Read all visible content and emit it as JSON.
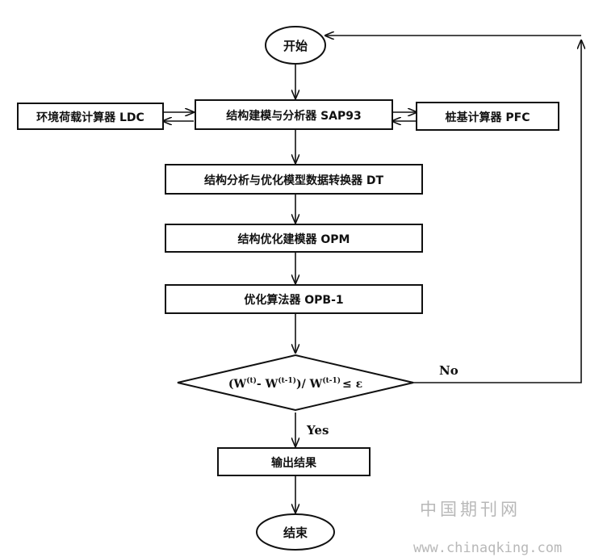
{
  "diagram": {
    "nodes": {
      "start": "开始",
      "ldc": "环境荷载计算器 LDC",
      "sap": "结构建模与分析器 SAP93",
      "pfc": "桩基计算器 PFC",
      "dt": "结构分析与优化模型数据转换器 DT",
      "opm": "结构优化建模器 OPM",
      "opb": "优化算法器 OPB-1",
      "condition": {
        "open": "(W",
        "sup1": "(t)",
        "minus": "- W",
        "sup2": "(t-1)",
        "slash": ")/ W",
        "sup3": "(t-1)",
        "le": "≤ ε"
      },
      "output": "输出结果",
      "end": "结束"
    },
    "edges": {
      "yes": "Yes",
      "no": "No"
    }
  },
  "watermark": {
    "site_name": "中国期刊网",
    "url": "www.chinaqking.com"
  }
}
